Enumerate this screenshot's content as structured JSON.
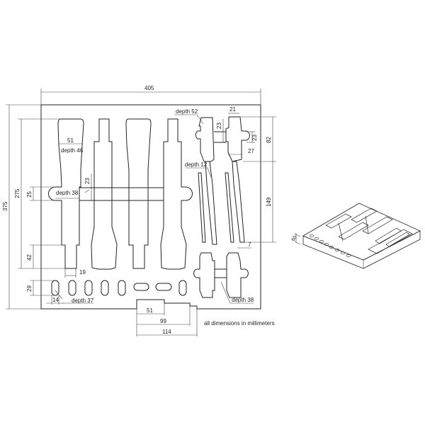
{
  "drawing": {
    "overall_width": "405",
    "overall_height": "375",
    "tool_length": "275",
    "handle_width": "51",
    "handle_depth": "depth 46",
    "grip_notch": "25",
    "bar_width": "23",
    "bar_depth": "depth 38",
    "tip_length": "42",
    "tip_width": "19",
    "slot_height": "29",
    "slot_width": "14",
    "slot_depth": "depth 37",
    "small_depth_top": "depth 52",
    "small_width": "21",
    "small_bar_left": "23",
    "small_bar_right": "23",
    "small_height": "82",
    "small_base": "27",
    "blade_depth": "depth 12",
    "blade_length": "149",
    "blade_width": "7",
    "small_depth_bottom": "depth 38",
    "notch_1": "51",
    "notch_2": "99",
    "notch_3": "114",
    "note": "all dimensions in millimeters",
    "iso_thickness": "60"
  }
}
